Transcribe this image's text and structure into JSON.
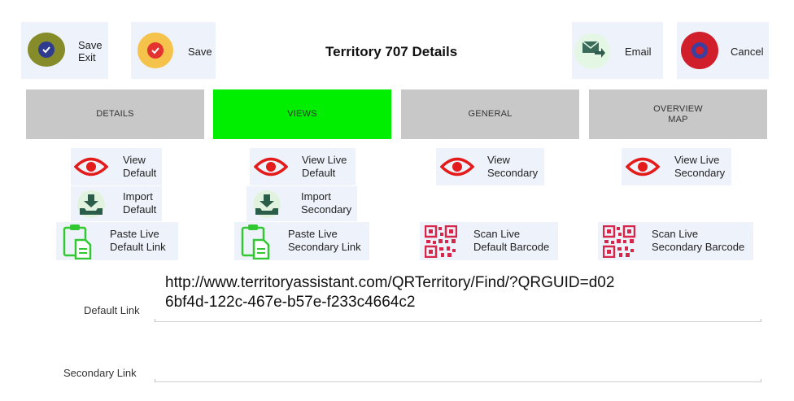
{
  "header": {
    "title": "Territory 707 Details",
    "save_exit_label": "Save\nExit",
    "save_label": "Save",
    "email_label": "Email",
    "cancel_label": "Cancel"
  },
  "tabs": [
    {
      "label": "DETAILS",
      "active": false
    },
    {
      "label": "VIEWS",
      "active": true
    },
    {
      "label": "GENERAL",
      "active": false
    },
    {
      "label": "OVERVIEW\nMAP",
      "active": false
    }
  ],
  "actions": {
    "view_default": "View\nDefault",
    "view_live_default": "View Live\nDefault",
    "view_secondary": "View\nSecondary",
    "view_live_secondary": "View Live\nSecondary",
    "import_default": "Import\nDefault",
    "import_secondary": "Import\nSecondary",
    "paste_live_default": "Paste Live\nDefault Link",
    "paste_live_secondary": "Paste Live\nSecondary Link",
    "scan_live_default": "Scan Live\nDefault Barcode",
    "scan_live_secondary": "Scan Live\nSecondary Barcode"
  },
  "form": {
    "default_link_label": "Default Link",
    "default_link_value": "http://www.territoryassistant.com/QRTerritory/Find/?QRGUID=d026bf4d-122c-467e-b57e-f233c4664c2",
    "secondary_link_label": "Secondary Link",
    "secondary_link_value": ""
  },
  "colors": {
    "tab_active": "#00ee00",
    "tab_inactive": "#c8c8c8",
    "button_bg": "#eef3fb",
    "eye_red": "#e41b1b",
    "import_green": "#2b5d4b",
    "paste_green": "#32c832",
    "qr_red": "#d6264a"
  }
}
